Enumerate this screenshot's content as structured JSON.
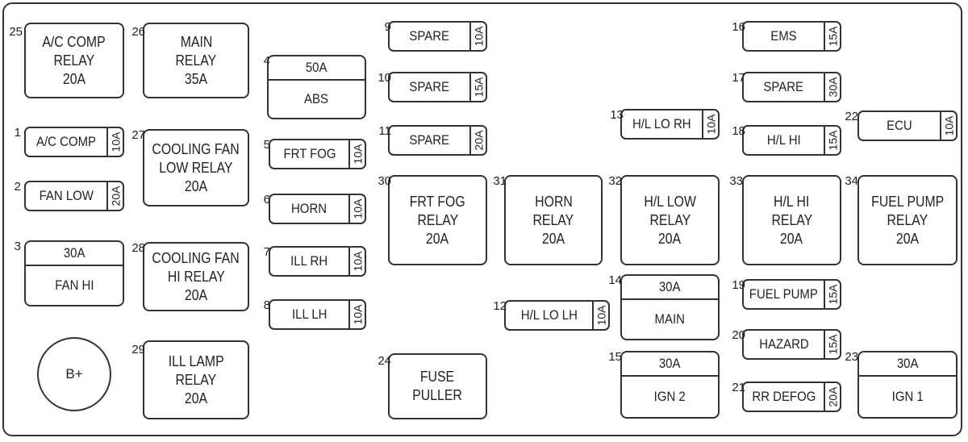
{
  "diagram": {
    "components": [
      {
        "id": "25",
        "kind": "relay",
        "lines": [
          "A/C COMP",
          "RELAY",
          "20A"
        ]
      },
      {
        "id": "26",
        "kind": "relay",
        "lines": [
          "MAIN",
          "RELAY",
          "35A"
        ]
      },
      {
        "id": "4",
        "kind": "maxi",
        "rating": "50A",
        "label": "ABS"
      },
      {
        "id": "9",
        "kind": "mini",
        "label": "SPARE",
        "rating": "10A"
      },
      {
        "id": "10",
        "kind": "mini",
        "label": "SPARE",
        "rating": "15A"
      },
      {
        "id": "11",
        "kind": "mini",
        "label": "SPARE",
        "rating": "20A"
      },
      {
        "id": "16",
        "kind": "mini",
        "label": "EMS",
        "rating": "15A"
      },
      {
        "id": "17",
        "kind": "mini",
        "label": "SPARE",
        "rating": "30A"
      },
      {
        "id": "13",
        "kind": "mini",
        "label": "H/L LO RH",
        "rating": "10A"
      },
      {
        "id": "18",
        "kind": "mini",
        "label": "H/L HI",
        "rating": "15A"
      },
      {
        "id": "22",
        "kind": "mini",
        "label": "ECU",
        "rating": "10A"
      },
      {
        "id": "1",
        "kind": "mini",
        "label": "A/C COMP",
        "rating": "10A"
      },
      {
        "id": "27",
        "kind": "relay",
        "lines": [
          "COOLING FAN",
          "LOW RELAY",
          "20A"
        ]
      },
      {
        "id": "5",
        "kind": "mini",
        "label": "FRT FOG",
        "rating": "10A"
      },
      {
        "id": "2",
        "kind": "mini",
        "label": "FAN LOW",
        "rating": "20A"
      },
      {
        "id": "6",
        "kind": "mini",
        "label": "HORN",
        "rating": "10A"
      },
      {
        "id": "30",
        "kind": "relay",
        "lines": [
          "FRT FOG",
          "RELAY",
          "20A"
        ]
      },
      {
        "id": "31",
        "kind": "relay",
        "lines": [
          "HORN",
          "RELAY",
          "20A"
        ]
      },
      {
        "id": "32",
        "kind": "relay",
        "lines": [
          "H/L LOW",
          "RELAY",
          "20A"
        ]
      },
      {
        "id": "33",
        "kind": "relay",
        "lines": [
          "H/L HI",
          "RELAY",
          "20A"
        ]
      },
      {
        "id": "34",
        "kind": "relay",
        "lines": [
          "FUEL PUMP",
          "RELAY",
          "20A"
        ]
      },
      {
        "id": "3",
        "kind": "maxi",
        "rating": "30A",
        "label": "FAN HI"
      },
      {
        "id": "28",
        "kind": "relay",
        "lines": [
          "COOLING FAN",
          "HI RELAY",
          "20A"
        ]
      },
      {
        "id": "7",
        "kind": "mini",
        "label": "ILL RH",
        "rating": "10A"
      },
      {
        "id": "8",
        "kind": "mini",
        "label": "ILL LH",
        "rating": "10A"
      },
      {
        "id": "14",
        "kind": "maxi",
        "rating": "30A",
        "label": "MAIN"
      },
      {
        "id": "19",
        "kind": "mini",
        "label": "FUEL PUMP",
        "rating": "15A"
      },
      {
        "id": "12",
        "kind": "mini",
        "label": "H/L LO LH",
        "rating": "10A"
      },
      {
        "id": "20",
        "kind": "mini",
        "label": "HAZARD",
        "rating": "15A"
      },
      {
        "id": "29",
        "kind": "relay",
        "lines": [
          "ILL LAMP",
          "RELAY",
          "20A"
        ]
      },
      {
        "id": "24",
        "kind": "plain",
        "lines": [
          "FUSE",
          "PULLER"
        ]
      },
      {
        "id": "15",
        "kind": "maxi",
        "rating": "30A",
        "label": "IGN 2"
      },
      {
        "id": "23",
        "kind": "maxi",
        "rating": "30A",
        "label": "IGN 1"
      },
      {
        "id": "21",
        "kind": "mini",
        "label": "RR DEFOG",
        "rating": "20A"
      },
      {
        "id": "b",
        "kind": "terminal",
        "label": "B+"
      }
    ]
  }
}
